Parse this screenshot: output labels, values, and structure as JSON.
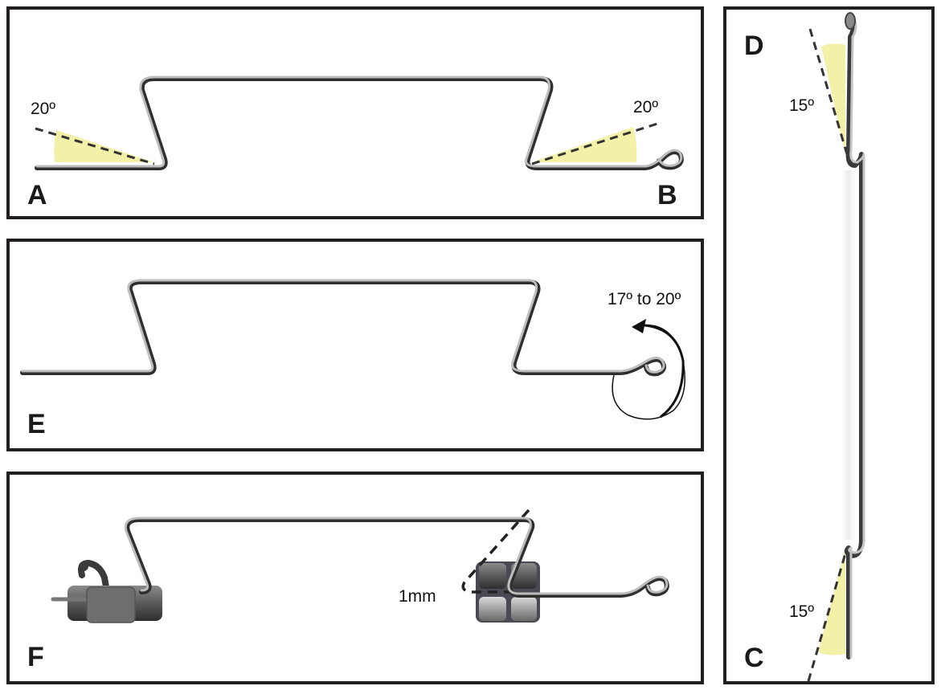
{
  "figure": {
    "panels": [
      {
        "id": "AB",
        "labels": [
          "A",
          "B"
        ],
        "angles": [
          "20º",
          "20º"
        ]
      },
      {
        "id": "E",
        "labels": [
          "E"
        ],
        "rotation_label": "17º to 20º"
      },
      {
        "id": "F",
        "labels": [
          "F"
        ],
        "measurement_label": "1mm"
      },
      {
        "id": "DC",
        "labels": [
          "D",
          "C"
        ],
        "angles": [
          "15º",
          "15º"
        ]
      }
    ],
    "colors": {
      "border": "#231f20",
      "angle_fill": "#f3f0a8",
      "wire_dark": "#3a3a3a",
      "wire_light": "#c8c8c8",
      "bracket": "#5a5a5a"
    }
  }
}
